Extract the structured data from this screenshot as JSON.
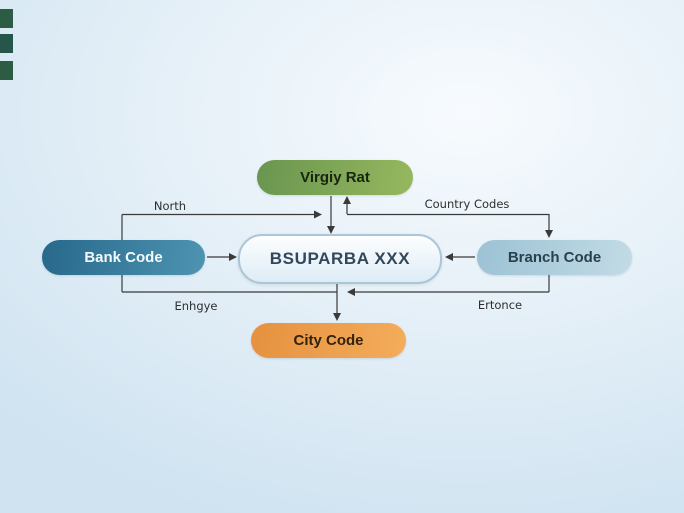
{
  "colors": {
    "background_center": "#f7fbfe",
    "background_edge": "#cfe3f1",
    "connector_line": "#3a3a3a",
    "corner_square": "#2d5c45",
    "node_top_fill": "#7aa457",
    "node_left_fill": "#2f7396",
    "node_right_fill": "#a9cbdb",
    "node_bottom_fill": "#eda04c",
    "node_center_fill": "#eaf4fa",
    "node_center_border": "#adc6d6"
  },
  "nodes": {
    "center": {
      "label": "BSUPARBA XXX"
    },
    "top": {
      "label": "Virgiy Rat"
    },
    "left": {
      "label": "Bank Code"
    },
    "right": {
      "label": "Branch Code"
    },
    "bottom": {
      "label": "City Code"
    }
  },
  "edge_labels": {
    "top_left": "North",
    "top_right": "Country Codes",
    "bottom_left": "Enhgye",
    "bottom_right": "Ertonce"
  }
}
